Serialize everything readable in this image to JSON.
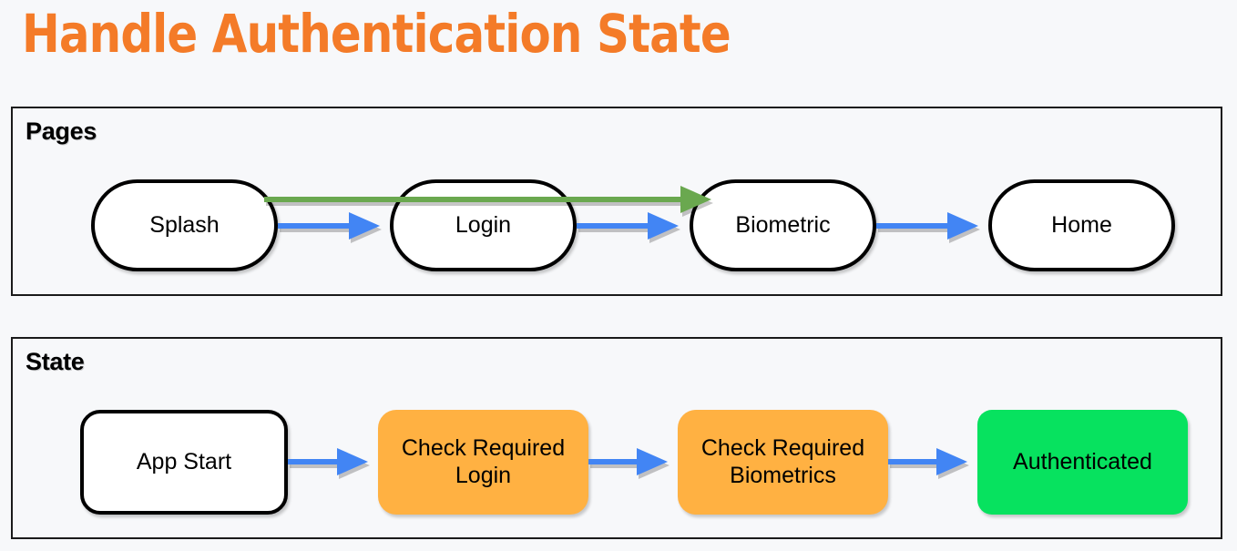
{
  "page": {
    "title": "Handle Authentication State",
    "background_color": "#f7f8fa",
    "title_color": "#f47b28"
  },
  "colors": {
    "title_orange": "#f47b28",
    "node_orange": "#ffb142",
    "node_green": "#07e25f",
    "arrow_blue": "#4285f4",
    "arrow_green": "#6aa84f",
    "node_border": "#000000",
    "group_border": "#1a1a1a",
    "node_white": "#ffffff"
  },
  "groups": [
    {
      "id": "pages",
      "label": "Pages",
      "nodes": [
        {
          "id": "splash",
          "label": "Splash",
          "shape": "pill",
          "fill": "#ffffff"
        },
        {
          "id": "login",
          "label": "Login",
          "shape": "pill",
          "fill": "#ffffff"
        },
        {
          "id": "biometric",
          "label": "Biometric",
          "shape": "pill",
          "fill": "#ffffff"
        },
        {
          "id": "home",
          "label": "Home",
          "shape": "pill",
          "fill": "#ffffff"
        }
      ],
      "edges": [
        {
          "from": "splash",
          "to": "login",
          "color": "#4285f4"
        },
        {
          "from": "login",
          "to": "biometric",
          "color": "#4285f4"
        },
        {
          "from": "biometric",
          "to": "home",
          "color": "#4285f4"
        },
        {
          "from": "splash",
          "to": "biometric",
          "color": "#6aa84f"
        }
      ]
    },
    {
      "id": "state",
      "label": "State",
      "nodes": [
        {
          "id": "app-start",
          "label": "App Start",
          "shape": "rounded-rect",
          "fill": "#ffffff"
        },
        {
          "id": "check-required-login",
          "label": "Check Required Login",
          "shape": "rounded-rect",
          "fill": "#ffb142"
        },
        {
          "id": "check-required-biometrics",
          "label": "Check Required Biometrics",
          "shape": "rounded-rect",
          "fill": "#ffb142"
        },
        {
          "id": "authenticated",
          "label": "Authenticated",
          "shape": "rounded-rect",
          "fill": "#07e25f"
        }
      ],
      "edges": [
        {
          "from": "app-start",
          "to": "check-required-login",
          "color": "#4285f4"
        },
        {
          "from": "check-required-login",
          "to": "check-required-biometrics",
          "color": "#4285f4"
        },
        {
          "from": "check-required-biometrics",
          "to": "authenticated",
          "color": "#4285f4"
        }
      ]
    }
  ]
}
